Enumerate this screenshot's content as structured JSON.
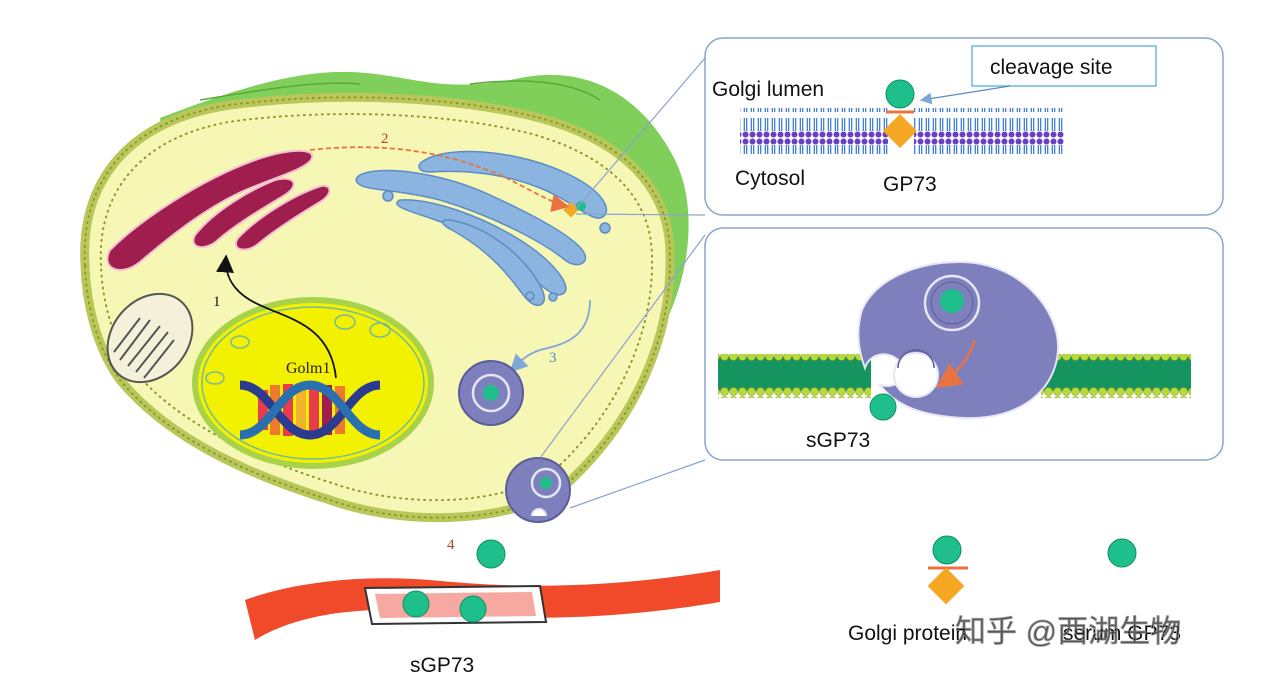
{
  "labels": {
    "golgi_lumen": "Golgi lumen",
    "cleavage_site": "cleavage site",
    "cytosol": "Cytosol",
    "gp73": "GP73",
    "sgp73_exocytosis": "sGP73",
    "sgp73_blood": "sGP73",
    "gene": "Golm1",
    "step1": "1",
    "step2": "2",
    "step3": "3",
    "step4": "4"
  },
  "legend": {
    "golgi_protein": "Golgi protein",
    "serum": "serum GP73"
  },
  "watermark": "知乎 @西湖生物",
  "colors": {
    "cytoplasm": "#f6f7b5",
    "nucleus": "#f2f200",
    "er": "#a01e4e",
    "golgi": "#8bb4e0",
    "vesicle": "#7e80bd",
    "protein": "#1fbf8b",
    "anchor": "#f5a623",
    "blood_vessel": "#f04a2a",
    "membrane_beads": "#a7c94a",
    "ecm": "#7fcf5a",
    "bilayer_head": "#6a3fc2",
    "bilayer_tail": "#2f74d6",
    "panel_border": "#8aa3cc"
  }
}
